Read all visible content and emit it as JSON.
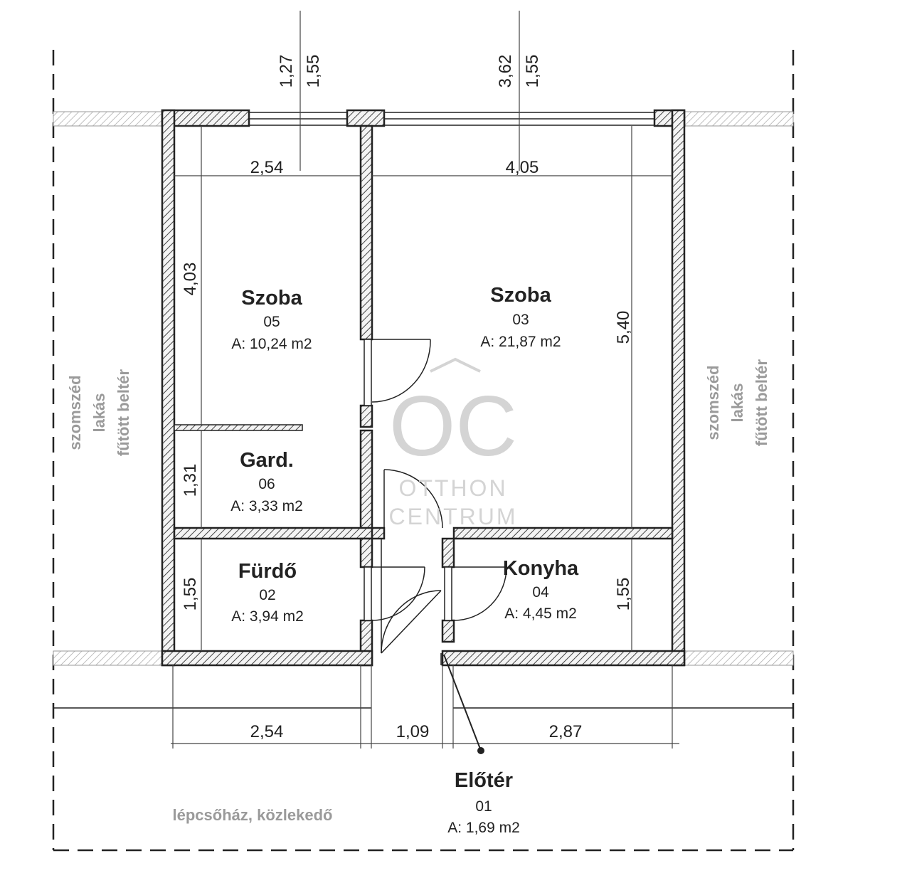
{
  "rooms": {
    "szoba05": {
      "name": "Szoba",
      "num": "05",
      "area": "A: 10,24 m2"
    },
    "szoba03": {
      "name": "Szoba",
      "num": "03",
      "area": "A: 21,87 m2"
    },
    "gard06": {
      "name": "Gard.",
      "num": "06",
      "area": "A: 3,33 m2"
    },
    "furdo02": {
      "name": "Fürdő",
      "num": "02",
      "area": "A: 3,94 m2"
    },
    "konyha04": {
      "name": "Konyha",
      "num": "04",
      "area": "A: 4,45 m2"
    },
    "eloter01": {
      "name": "Előtér",
      "num": "01",
      "area": "A: 1,69 m2"
    }
  },
  "dims": {
    "top_left_a": "1,27",
    "top_left_b": "1,55",
    "top_right_a": "3,62",
    "top_right_b": "1,55",
    "width_left": "2,54",
    "width_right": "4,05",
    "height_left_room": "4,03",
    "height_main_room": "5,40",
    "height_gard": "1,31",
    "height_furdo": "1,55",
    "height_konyha": "1,55",
    "bottom_left": "2,54",
    "bottom_mid": "1,09",
    "bottom_right": "2,87"
  },
  "labels": {
    "neighbor_left": [
      "szomszéd",
      "lakás",
      "fűtött beltér"
    ],
    "neighbor_right": [
      "szomszéd",
      "lakás",
      "fűtött beltér"
    ],
    "stairs": "lépcsőház, közlekedő"
  },
  "logo": {
    "mark": "OC",
    "line1": "OTTHON",
    "line2": "CENTRUM"
  }
}
